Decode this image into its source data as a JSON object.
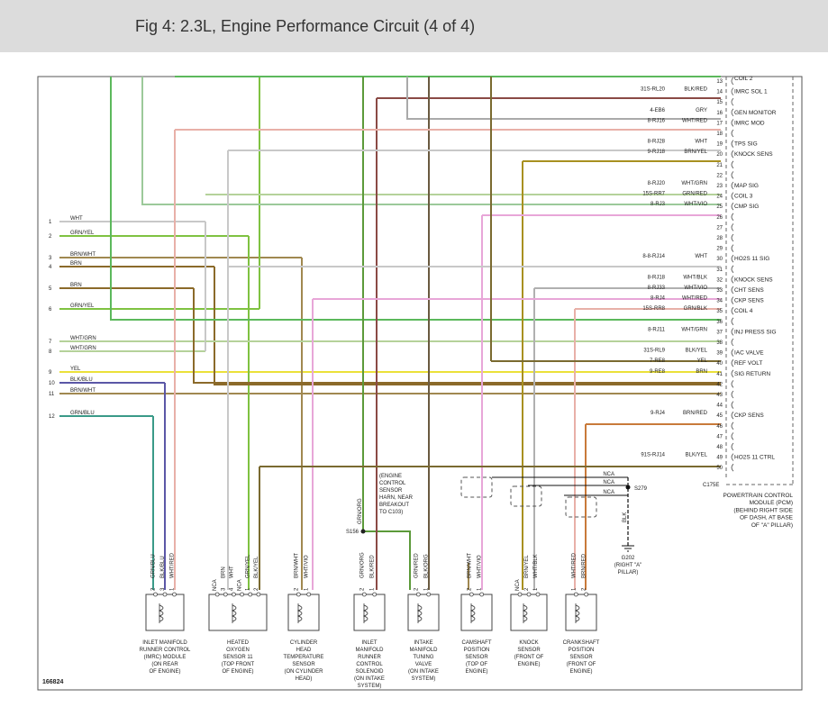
{
  "header": {
    "title": "Fig 4: 2.3L, Engine Performance Circuit (4 of 4)"
  },
  "figure_number": "166824",
  "colors": {
    "WHT": "#c8c8c8",
    "GRN/YEL": "#7fc241",
    "BRN/WHT": "#a08850",
    "BRN": "#8b6a2a",
    "WHT/GRN": "#b5d29a",
    "YEL": "#ebe13a",
    "BLK/BLU": "#5b57a6",
    "GRN/BLU": "#3a9a88",
    "BLK/RED": "#8a4a45",
    "GRY": "#aaaaaa",
    "WHT/RED": "#e8b0a8",
    "BRN/YEL": "#a89020",
    "GRN/RED": "#9cc99a",
    "WHT/VIO": "#e8a6d8",
    "WHT/BLK": "#b0b0b0",
    "BRN/RED": "#c87a3a",
    "GRN/BLK": "#4ca04c",
    "BLK/YEL": "#7a6a30",
    "GRN/ORG": "#5c9a3a",
    "BLK/ORG": "#6a5a40",
    "GRN": "#5cb85c"
  },
  "pcm": {
    "pins": [
      {
        "pin": "13",
        "func": "",
        "circuit": "",
        "color": ""
      },
      {
        "pin": "14",
        "func": "IMRC SOL 1",
        "circuit": "31S-RL20",
        "color": "BLK/RED"
      },
      {
        "pin": "15",
        "func": "",
        "circuit": "",
        "color": ""
      },
      {
        "pin": "16",
        "func": "GEN MONITOR",
        "circuit": "4-EB6",
        "color": "GRY"
      },
      {
        "pin": "17",
        "func": "IMRC MOD",
        "circuit": "8-RJ16",
        "color": "WHT/RED"
      },
      {
        "pin": "18",
        "func": "",
        "circuit": "",
        "color": ""
      },
      {
        "pin": "19",
        "func": "TPS SIG",
        "circuit": "8-RJ28",
        "color": "WHT"
      },
      {
        "pin": "20",
        "func": "KNOCK SENS",
        "circuit": "9-RJ18",
        "color": "BRN/YEL"
      },
      {
        "pin": "21",
        "func": "",
        "circuit": "",
        "color": ""
      },
      {
        "pin": "22",
        "func": "",
        "circuit": "",
        "color": ""
      },
      {
        "pin": "23",
        "func": "MAP SIG",
        "circuit": "8-RJ20",
        "color": "WHT/GRN"
      },
      {
        "pin": "24",
        "func": "COIL 3",
        "circuit": "15S-RR7",
        "color": "GRN/RED"
      },
      {
        "pin": "25",
        "func": "CMP SIG",
        "circuit": "8-RJ3",
        "color": "WHT/VIO"
      },
      {
        "pin": "26",
        "func": "",
        "circuit": "",
        "color": ""
      },
      {
        "pin": "27",
        "func": "",
        "circuit": "",
        "color": ""
      },
      {
        "pin": "28",
        "func": "",
        "circuit": "",
        "color": ""
      },
      {
        "pin": "29",
        "func": "",
        "circuit": "",
        "color": ""
      },
      {
        "pin": "30",
        "func": "HO2S 11 SIG",
        "circuit": "8-8-RJ14",
        "color": "WHT"
      },
      {
        "pin": "31",
        "func": "",
        "circuit": "",
        "color": ""
      },
      {
        "pin": "32",
        "func": "KNOCK SENS",
        "circuit": "8-RJ18",
        "color": "WHT/BLK"
      },
      {
        "pin": "33",
        "func": "CHT SENS",
        "circuit": "8-RJ33",
        "color": "WHT/VIO"
      },
      {
        "pin": "34",
        "func": "CKP SENS",
        "circuit": "8-RJ4",
        "color": "WHT/RED"
      },
      {
        "pin": "35",
        "func": "COIL 4",
        "circuit": "15S-RR8",
        "color": "GRN/BLK"
      },
      {
        "pin": "36",
        "func": "",
        "circuit": "",
        "color": ""
      },
      {
        "pin": "37",
        "func": "INJ PRESS SIG",
        "circuit": "8-RJ11",
        "color": "WHT/GRN"
      },
      {
        "pin": "38",
        "func": "",
        "circuit": "",
        "color": ""
      },
      {
        "pin": "39",
        "func": "IAC VALVE",
        "circuit": "31S-RL9",
        "color": "BLK/YEL"
      },
      {
        "pin": "40",
        "func": "REF VOLT",
        "circuit": "7-RE8",
        "color": "YEL"
      },
      {
        "pin": "41",
        "func": "SIG RETURN",
        "circuit": "9-RE8",
        "color": "BRN"
      },
      {
        "pin": "42",
        "func": "",
        "circuit": "",
        "color": ""
      },
      {
        "pin": "43",
        "func": "",
        "circuit": "",
        "color": ""
      },
      {
        "pin": "44",
        "func": "",
        "circuit": "",
        "color": ""
      },
      {
        "pin": "45",
        "func": "CKP SENS",
        "circuit": "9-RJ4",
        "color": "BRN/RED"
      },
      {
        "pin": "46",
        "func": "",
        "circuit": "",
        "color": ""
      },
      {
        "pin": "47",
        "func": "",
        "circuit": "",
        "color": ""
      },
      {
        "pin": "48",
        "func": "",
        "circuit": "",
        "color": ""
      },
      {
        "pin": "49",
        "func": "HO2S 11 CTRL",
        "circuit": "91S-RJ14",
        "color": "BLK/YEL"
      },
      {
        "pin": "50",
        "func": "",
        "circuit": "",
        "color": ""
      }
    ],
    "coil2": "COIL 2",
    "connector": "C175E",
    "label": [
      "POWERTRAIN CONTROL",
      "MODULE (PCM)",
      "(BEHIND RIGHT SIDE",
      "OF DASH, AT BASE",
      "OF \"A\" PILLAR)"
    ]
  },
  "left_terminals": [
    {
      "pin": "1",
      "color": "WHT"
    },
    {
      "pin": "2",
      "color": "GRN/YEL"
    },
    {
      "pin": "3",
      "color": "BRN/WHT"
    },
    {
      "pin": "4",
      "color": "BRN"
    },
    {
      "pin": "5",
      "color": "BRN"
    },
    {
      "pin": "6",
      "color": "GRN/YEL"
    },
    {
      "pin": "7",
      "color": "WHT/GRN"
    },
    {
      "pin": "8",
      "color": "WHT/GRN"
    },
    {
      "pin": "9",
      "color": "YEL"
    },
    {
      "pin": "10",
      "color": "BLK/BLU"
    },
    {
      "pin": "11",
      "color": "BRN/WHT"
    },
    {
      "pin": "12",
      "color": "GRN/BLU"
    }
  ],
  "ground_splice": {
    "nca": [
      "NCA",
      "NCA",
      "NCA"
    ],
    "splice": "S279",
    "wire": "BLK",
    "ground": [
      "G202",
      "(RIGHT \"A\"",
      "PILLAR)"
    ]
  },
  "ecs": {
    "label": [
      "(ENGINE",
      "CONTROL",
      "SENSOR",
      "HARN, NEAR",
      "BREAKOUT",
      "TO C103)"
    ],
    "splice": "S156",
    "wire": "GRN/ORG"
  },
  "components": [
    {
      "name": [
        "INLET MANIFOLD",
        "RUNNER CONTROL",
        "(IMRC) MODULE",
        "(ON REAR",
        "OF ENGINE)"
      ],
      "pins": [
        {
          "n": "2",
          "w": "GRN/BLU"
        },
        {
          "n": "3",
          "w": "BLK/BLU"
        },
        {
          "n": "1",
          "w": "WHT/RED"
        }
      ]
    },
    {
      "name": [
        "HEATED",
        "OXYGEN",
        "SENSOR 11",
        "(TOP FRONT",
        "OF ENGINE)"
      ],
      "pins": [
        {
          "n": "NCA",
          "w": ""
        },
        {
          "n": "3",
          "w": "BRN"
        },
        {
          "n": "4",
          "w": "WHT"
        },
        {
          "n": "NCA",
          "w": ""
        },
        {
          "n": "1",
          "w": "GRN/YEL"
        },
        {
          "n": "2",
          "w": "BLK/YEL"
        }
      ]
    },
    {
      "name": [
        "CYLINDER",
        "HEAD",
        "TEMPERATURE",
        "SENSOR",
        "(ON CYLINDER",
        "HEAD)"
      ],
      "pins": [
        {
          "n": "2",
          "w": "BRN/WHT"
        },
        {
          "n": "1",
          "w": "WHT/VIO"
        }
      ]
    },
    {
      "name": [
        "INLET",
        "MANIFOLD",
        "RUNNER",
        "CONTROL",
        "SOLENOID",
        "(ON INTAKE",
        "SYSTEM)"
      ],
      "pins": [
        {
          "n": "2",
          "w": "GRN/ORG"
        },
        {
          "n": "1",
          "w": "BLK/RED"
        }
      ]
    },
    {
      "name": [
        "INTAKE",
        "MANIFOLD",
        "TUNING",
        "VALVE",
        "(ON INTAKE",
        "SYSTEM)"
      ],
      "pins": [
        {
          "n": "2",
          "w": "GRN/RED"
        },
        {
          "n": "1",
          "w": "BLK/ORG"
        }
      ]
    },
    {
      "name": [
        "CAMSHAFT",
        "POSITION",
        "SENSOR",
        "(TOP OF",
        "ENGINE)"
      ],
      "pins": [
        {
          "n": "2",
          "w": "BRN/WHT"
        },
        {
          "n": "1",
          "w": "WHT/VIO"
        }
      ]
    },
    {
      "name": [
        "KNOCK",
        "SENSOR",
        "(FRONT OF",
        "ENGINE)"
      ],
      "pins": [
        {
          "n": "NCA",
          "w": ""
        },
        {
          "n": "2",
          "w": "BRN/YEL"
        },
        {
          "n": "1",
          "w": "WHT/BLK"
        }
      ]
    },
    {
      "name": [
        "CRANKSHAFT",
        "POSITION",
        "SENSOR",
        "(FRONT OF",
        "ENGINE)"
      ],
      "pins": [
        {
          "n": "1",
          "w": "WHT/RED"
        },
        {
          "n": "2",
          "w": "BRN/RED"
        }
      ]
    }
  ]
}
